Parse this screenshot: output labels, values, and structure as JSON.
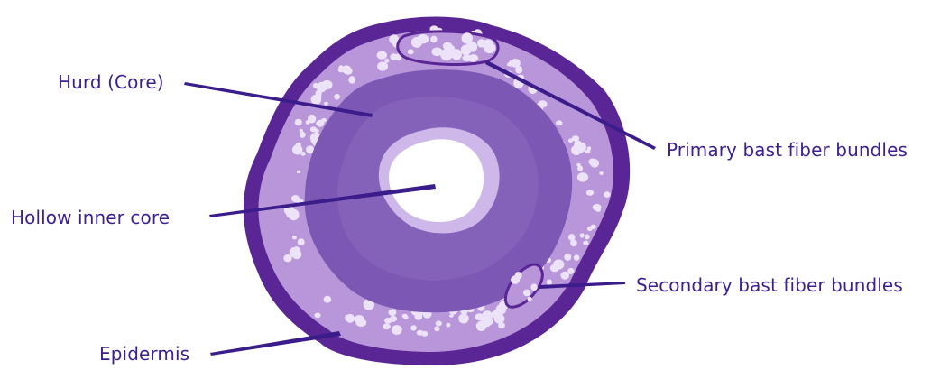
{
  "colors": {
    "epidermis": "#5a2595",
    "cortex": "#b896d9",
    "hurd": "#7c58b4",
    "hurd_inner": "#8d6cc0",
    "core_rim": "#cdb8e9",
    "hollow": "#ffffff",
    "fiber_cell": "#ede3f8",
    "leader": "#3a1d8a",
    "label_text": "#3d1f8f"
  },
  "labels": {
    "hurd": "Hurd (Core)",
    "hollow": "Hollow inner core",
    "epidermis": "Epidermis",
    "primary": "Primary bast fiber bundles",
    "secondary": "Secondary bast fiber bundles"
  }
}
